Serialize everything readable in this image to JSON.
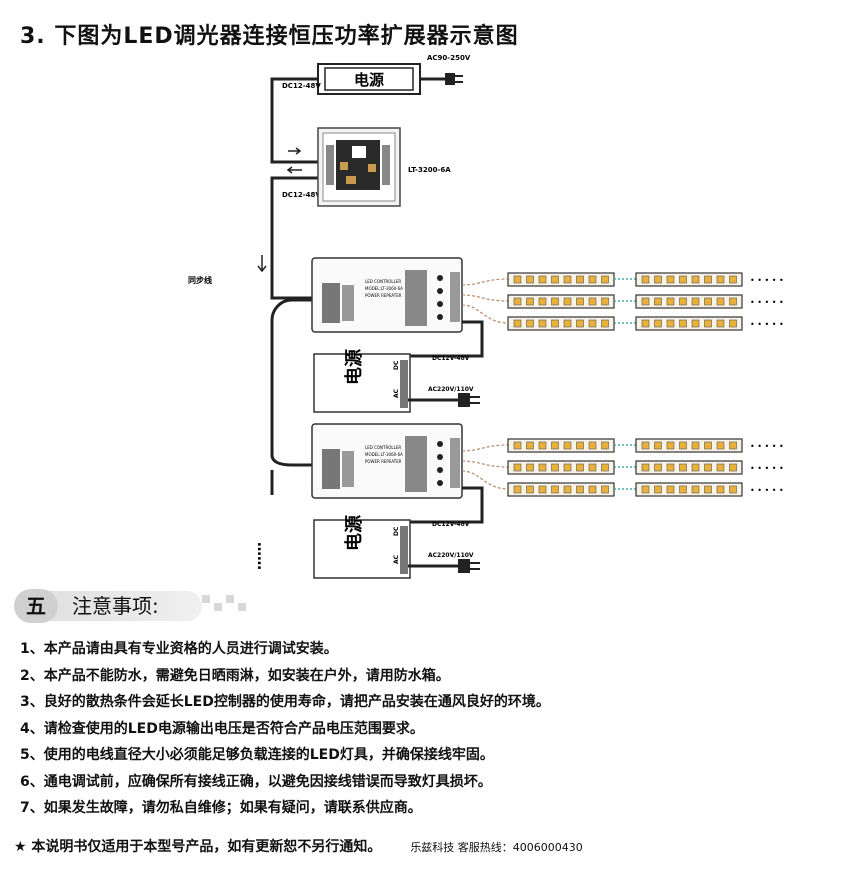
{
  "title": "3. 下图为LED调光器连接恒压功率扩展器示意图",
  "diagram": {
    "top_psu_label": "电源",
    "ac_input_label": "AC90-250V",
    "dc_top_label": "DC12-48V",
    "dc_left_label": "DC12-48V",
    "controller_model": "LT-3200-6A",
    "sync_label": "同步线",
    "amp_lines": [
      "LED CONTROLLER",
      "MODEL:LT-3060-6A",
      "POWER REPEATER"
    ],
    "psu_unit_label": "电源",
    "psu_dc_label": "DC12V-48V",
    "psu_ac_label": "AC220V/110V",
    "dc_terminal": "DC",
    "ac_terminal": "AC",
    "continuation": "……",
    "strip_dots": "• • • • •"
  },
  "section": {
    "number": "五",
    "title": "注意事项:"
  },
  "notes": [
    "1、本产品请由具有专业资格的人员进行调试安装。",
    "2、本产品不能防水，需避免日晒雨淋，如安装在户外，请用防水箱。",
    "3、良好的散热条件会延长LED控制器的使用寿命，请把产品安装在通风良好的环境。",
    "4、请检查使用的LED电源输出电压是否符合产品电压范围要求。",
    "5、使用的电线直径大小必须能足够负载连接的LED灯具，并确保接线牢固。",
    "6、通电调试前，应确保所有接线正确，以避免因接线错误而导致灯具损坏。",
    "7、如果发生故障，请勿私自维修；如果有疑问，请联系供应商。"
  ],
  "footer": {
    "notice": "★ 本说明书仅适用于本型号产品，如有更新恕不另行通知。",
    "hotline": "乐兹科技 客服热线：4006000430"
  }
}
